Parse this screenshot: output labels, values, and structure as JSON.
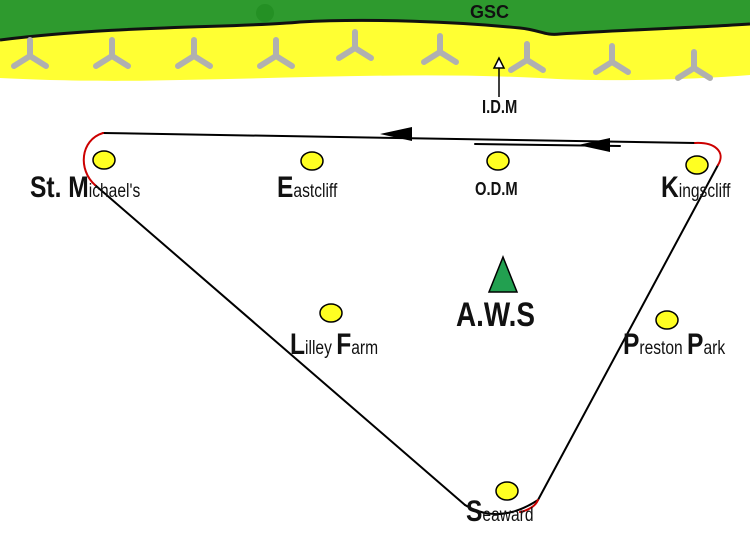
{
  "header": {
    "gsc_label": "GSC"
  },
  "markers": {
    "idm_label": "I.D.M",
    "odm_label": "O.D.M",
    "aws_label": "A.W.S"
  },
  "sites": {
    "st_michaels": {
      "initial": "St. M",
      "rest": "ichael's"
    },
    "eastcliff": {
      "initial": "E",
      "rest": "astcliff"
    },
    "kingscliff": {
      "initial": "K",
      "rest": "ingscliff"
    },
    "lilley_farm": {
      "initial1": "L",
      "rest1": "illey ",
      "initial2": "F",
      "rest2": "arm"
    },
    "preston_park": {
      "initial1": "P",
      "rest1": "reston ",
      "initial2": "P",
      "rest2": "ark"
    },
    "seaward": {
      "initial": "S",
      "rest": "eaward"
    }
  },
  "colors": {
    "grass": "#2e9a2e",
    "sand": "#ffff33",
    "sand_edge": "#f2f200",
    "groyne": "#b0b0b0",
    "site_marker": "#ffff22",
    "aws_triangle": "#22a050",
    "route_turn": "#cc0000",
    "route": "#000000"
  },
  "icons": [
    "groyne-icon",
    "arrow-left-icon",
    "arrow-up-icon",
    "triangle-icon",
    "site-marker-icon"
  ]
}
